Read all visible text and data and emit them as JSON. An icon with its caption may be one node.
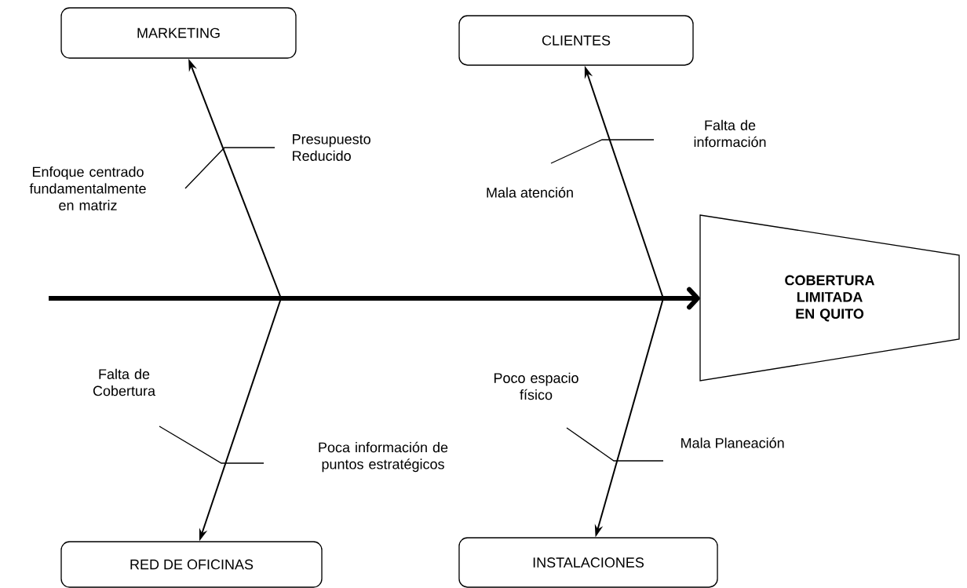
{
  "diagram": {
    "nodes": [
      {
        "text": [
          "MARKETING"
        ]
      },
      {
        "text": [
          "CLIENTES"
        ]
      },
      {
        "text": [
          "RED DE OFICINAS"
        ]
      },
      {
        "text": [
          "INSTALACIONES"
        ]
      },
      {
        "text": [
          "COBERTURA LIMITADA EN QUITO"
        ]
      }
    ],
    "edges": [
      {
        "from": null,
        "to": 4,
        "arrow": "to",
        "style": "thick"
      },
      {
        "from": null,
        "to": 0,
        "arrow": "to"
      },
      {
        "from": null,
        "to": 1,
        "arrow": "to"
      },
      {
        "from": null,
        "to": 2,
        "arrow": "to"
      },
      {
        "from": null,
        "to": 3,
        "arrow": "to"
      }
    ],
    "labels": [
      "Falta de información",
      "Presupuesto Reducido",
      "Enfoque centrado fundamentalmente en matriz",
      "Mala atención",
      "Falta de Cobertura",
      "Poco espacio físico",
      "Poca información de puntos estratégicos",
      "Mala Planeación"
    ]
  }
}
